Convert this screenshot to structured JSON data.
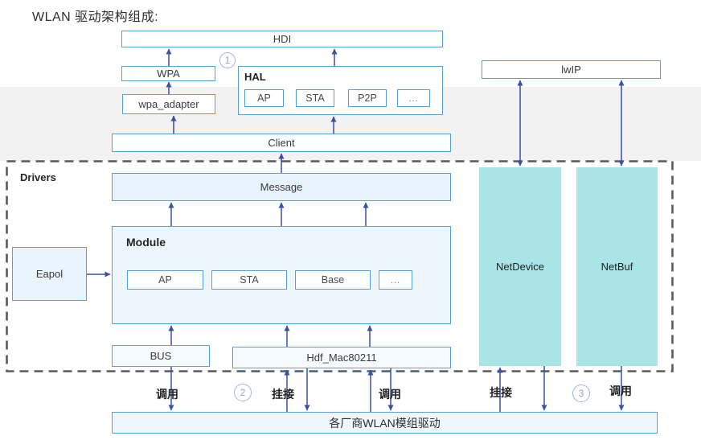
{
  "title": "WLAN 驱动架构组成:",
  "diagram": {
    "hdi": "HDI",
    "wpa": "WPA",
    "wpa_adapter": "wpa_adapter",
    "hal": {
      "label": "HAL",
      "items": [
        "AP",
        "STA",
        "P2P",
        "…"
      ]
    },
    "lwip": "lwIP",
    "client": "Client",
    "drivers_region": "Drivers",
    "message": "Message",
    "module": {
      "label": "Module",
      "items": [
        "AP",
        "STA",
        "Base",
        "…"
      ]
    },
    "eapol": "Eapol",
    "bus": "BUS",
    "hdf_mac80211": "Hdf_Mac80211",
    "netdevice": "NetDevice",
    "netbuf": "NetBuf",
    "vendor": "各厂商WLAN模组驱动"
  },
  "annotations": {
    "step1": "1",
    "step2": "2",
    "step3": "3",
    "flow_labels": [
      "调用",
      "挂接",
      "调用",
      "挂接",
      "调用"
    ]
  },
  "colors": {
    "border_blue": "#55a0dd",
    "arrow_blue": "#3a50a0",
    "fill_light_blue": "#e9f4fc",
    "fill_teal": "#a9e5e6",
    "band_gray": "#f2f2f2",
    "dashed_gray": "#5a5a5a"
  }
}
